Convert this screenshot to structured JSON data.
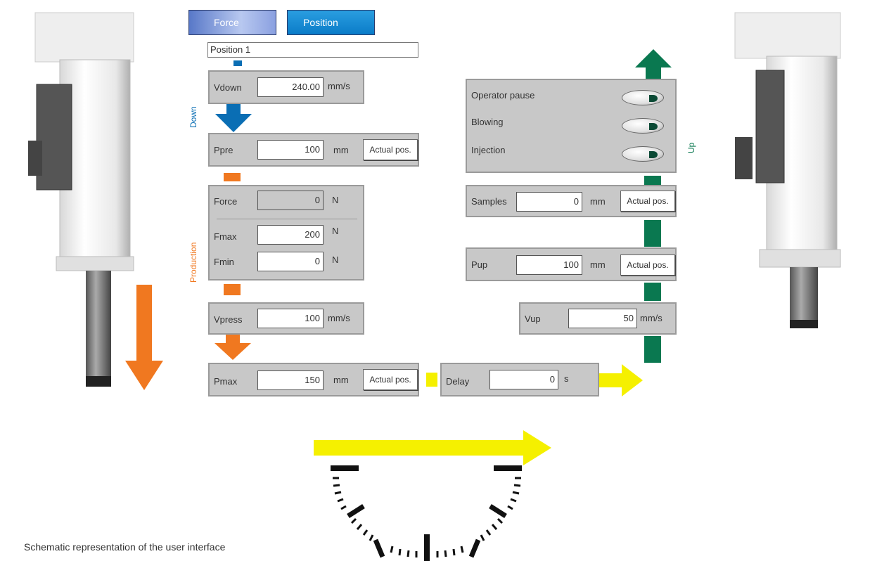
{
  "tabs": [
    {
      "label": "Force",
      "active": false
    },
    {
      "label": "Position",
      "active": true
    }
  ],
  "position_field": {
    "value": "Position 1"
  },
  "down_label": "Down",
  "production_label": "Production",
  "up_label": "Up",
  "vdown": {
    "label": "Vdown",
    "value": "240.00",
    "unit": "mm/s"
  },
  "ppre": {
    "label": "Ppre",
    "value": "100",
    "unit": "mm",
    "button": "Actual pos."
  },
  "force_group": {
    "force": {
      "label": "Force",
      "value": "0",
      "unit": "N"
    },
    "fmax": {
      "label": "Fmax",
      "value": "200",
      "unit": "N"
    },
    "fmin": {
      "label": "Fmin",
      "value": "0",
      "unit": "N"
    }
  },
  "vpress": {
    "label": "Vpress",
    "value": "100",
    "unit": "mm/s"
  },
  "pmax": {
    "label": "Pmax",
    "value": "150",
    "unit": "mm",
    "button": "Actual pos."
  },
  "delay": {
    "label": "Delay",
    "value": "0",
    "unit": "s"
  },
  "options": {
    "operator_pause": "Operator pause",
    "blowing": "Blowing",
    "injection": "Injection"
  },
  "samples": {
    "label": "Samples",
    "value": "0",
    "unit": "mm",
    "button": "Actual pos."
  },
  "pup": {
    "label": "Pup",
    "value": "100",
    "unit": "mm",
    "button": "Actual pos."
  },
  "vup": {
    "label": "Vup",
    "value": "50",
    "unit": "mm/s"
  },
  "caption": "Schematic representation of the user interface",
  "colors": {
    "blue": "#0a6eb4",
    "orange": "#f07820",
    "green": "#0a7850",
    "yellow": "#f5f000",
    "panel": "#c8c8c8"
  }
}
